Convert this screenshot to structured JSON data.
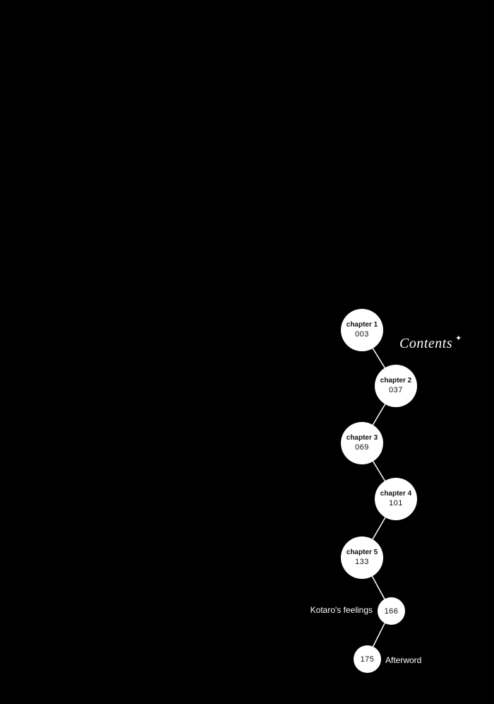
{
  "title": "Contents",
  "entries": [
    {
      "label": "chapter 1",
      "page": "003"
    },
    {
      "label": "chapter 2",
      "page": "037"
    },
    {
      "label": "chapter 3",
      "page": "069"
    },
    {
      "label": "chapter 4",
      "page": "101"
    },
    {
      "label": "chapter 5",
      "page": "133"
    },
    {
      "label": "Kotaro's feelings",
      "page": "166"
    },
    {
      "label": "Afterword",
      "page": "175"
    }
  ]
}
